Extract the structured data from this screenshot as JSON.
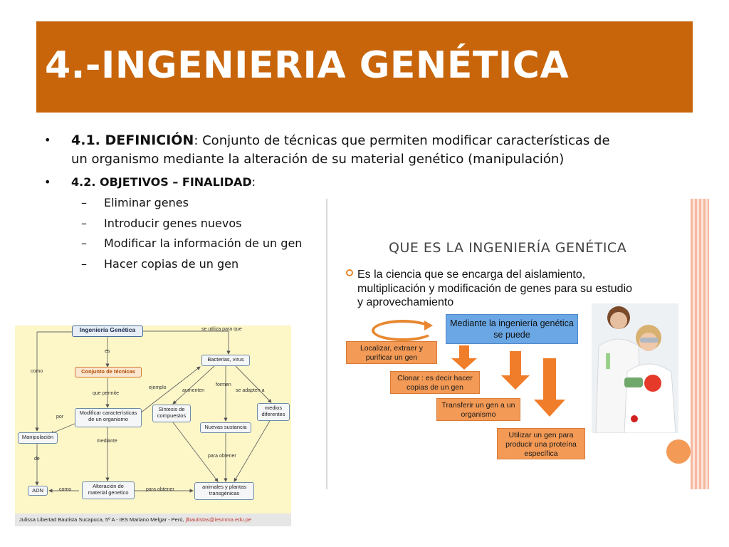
{
  "slide": {
    "title": "4.-INGENIERIA GENÉTICA",
    "accent_color": "#c8650b",
    "bullet_char": "•",
    "dash_char": "–",
    "definition": {
      "term": "4.1. DEFINICIÓN",
      "text": ": Conjunto de técnicas que permiten modificar características de un organismo mediante la alteración de su material genético (manipulación)"
    },
    "objectives": {
      "term": "4.2. OBJETIVOS – FINALIDAD",
      "suffix": ":",
      "items": [
        "Eliminar genes",
        "Introducir genes nuevos",
        "Modificar la información de un gen",
        "Hacer copias de un gen"
      ]
    }
  },
  "concept_map": {
    "nodes": {
      "main": "Ingeniería Genética",
      "tecnicas": "Conjunto de técnicas",
      "bacterias": "Bacterias, virus",
      "modificar": "Modificar características de un organismo",
      "sintesis": "Síntesis de compuestos",
      "nuevas": "Nuevas sustancia",
      "medios": "medios diferentes",
      "manipulacion": "Manipulación",
      "adn": "ADN",
      "alteracion": "Alteración de material genetico",
      "animales": "animales y plantas transgénicas"
    },
    "labels": {
      "se_utiliza": "se utiliza para que",
      "es": "es",
      "como1": "como",
      "que_permite": "que permite",
      "ejemplo": "ejemplo",
      "aumenten": "aumenten",
      "formen": "formen",
      "se_adapten": "se adapten a",
      "por": "por",
      "mediante": "mediante",
      "de": "de",
      "para_obtener1": "para obtener",
      "como2": "como",
      "para_obtener2": "para obtener"
    },
    "credit": "Julissa Libertad Bautista Sucapuca, 5º A - IES Mariano Melgar - Perú,",
    "credit_email": "jlbautistas@iesmma.edu.pe"
  },
  "panel": {
    "title": "QUE ES LA INGENIERÍA GENÉTICA",
    "description": "Es la ciencia que se encarga del aislamiento, multiplicación y modificación de genes para su estudio y aprovechamiento",
    "blue_box": "Mediante la ingeniería genética se puede",
    "steps": [
      "Localizar, extraer y purificar un gen",
      "Clonar : es decir hacer copias de un gen",
      "Transferir un gen a un organismo",
      "Utilizar un gen para producir una proteína específica"
    ],
    "colors": {
      "arrow": "#f07d2a",
      "box": "#f39a56",
      "blue": "#6aa7e4"
    }
  }
}
